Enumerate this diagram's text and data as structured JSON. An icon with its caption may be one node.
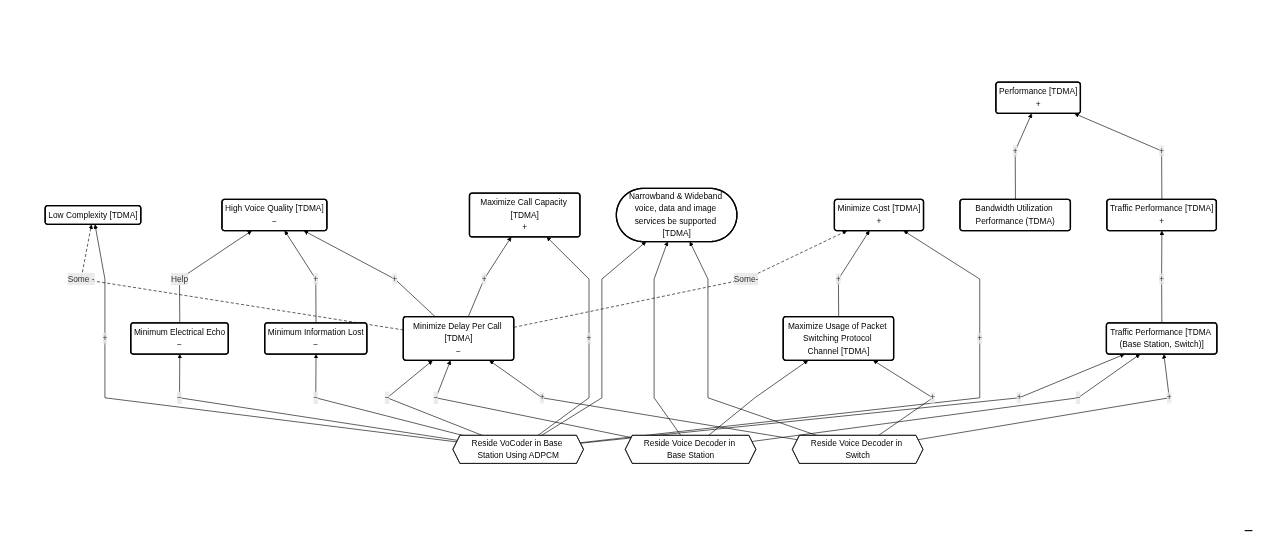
{
  "diagram": {
    "nodes": [
      {
        "text": [
          "Low Complexity [TDMA]"
        ]
      },
      {
        "text": [
          "High Voice Quality [TDMA]",
          "−"
        ]
      },
      {
        "text": [
          "Maximize Call Capacity [TDMA]",
          "+"
        ]
      },
      {
        "text": [
          "Narrowband & Wideband voice, data and image services be supported [TDMA]"
        ]
      },
      {
        "text": [
          "Minimize Cost [TDMA]",
          "+"
        ]
      },
      {
        "text": [
          "Performance [TDMA]",
          "+"
        ]
      },
      {
        "text": [
          "Minimum Electrical Echo",
          "−"
        ]
      },
      {
        "text": [
          "Minimum Information Lost",
          "−"
        ]
      },
      {
        "text": [
          "Minimize Delay Per Call [TDMA]",
          "−"
        ]
      },
      {
        "text": [
          "Maximize Usage of Packet Switching Protocol Channel [TDMA]"
        ]
      },
      {
        "text": [
          "Bandwidth Utilization Performance (TDMA)"
        ]
      },
      {
        "text": [
          "Traffic Performance [TDMA]",
          "+"
        ]
      },
      {
        "text": [
          "Traffic Performance [TDMA (Base Station, Switch)]"
        ]
      },
      {
        "text": [
          "Reside VoCoder in Base Station Using ADPCM"
        ]
      },
      {
        "text": [
          "Reside Voice Decoder in Base Station"
        ]
      },
      {
        "text": [
          "Reside Voice Decoder in Switch"
        ]
      }
    ],
    "edges": [
      {
        "from": 8,
        "to": 0,
        "arrow": "to",
        "label": "Some -",
        "style": "dashed"
      },
      {
        "from": 6,
        "to": 1,
        "arrow": "to",
        "label": "Help"
      },
      {
        "from": 7,
        "to": 1,
        "arrow": "to",
        "label": "+"
      },
      {
        "from": 8,
        "to": 1,
        "arrow": "to",
        "label": "+"
      },
      {
        "from": 8,
        "to": 2,
        "arrow": "to",
        "label": "+"
      },
      {
        "from": 8,
        "to": 4,
        "arrow": "to",
        "label": "Some-",
        "style": "dashed"
      },
      {
        "from": 9,
        "to": 4,
        "arrow": "to",
        "label": "+"
      },
      {
        "from": 10,
        "to": 5,
        "arrow": "to",
        "label": "+"
      },
      {
        "from": 11,
        "to": 5,
        "arrow": "to",
        "label": "+"
      },
      {
        "from": 12,
        "to": 11,
        "arrow": "to",
        "label": "+"
      },
      {
        "from": 13,
        "to": 0,
        "arrow": "to",
        "label": "+"
      },
      {
        "from": 13,
        "to": 6,
        "arrow": "to",
        "label": "−"
      },
      {
        "from": 13,
        "to": 7,
        "arrow": "to",
        "label": "−"
      },
      {
        "from": 13,
        "to": 2,
        "arrow": "to",
        "label": "+"
      },
      {
        "from": 13,
        "to": 8,
        "arrow": "to",
        "label": "−"
      },
      {
        "from": 13,
        "to": 3,
        "arrow": "to"
      },
      {
        "from": 13,
        "to": 4,
        "arrow": "to",
        "label": "+"
      },
      {
        "from": 13,
        "to": 12,
        "arrow": "to",
        "label": "+"
      },
      {
        "from": 14,
        "to": 8,
        "arrow": "to",
        "label": "−"
      },
      {
        "from": 14,
        "to": 3,
        "arrow": "to"
      },
      {
        "from": 14,
        "to": 9,
        "arrow": "to"
      },
      {
        "from": 14,
        "to": 12,
        "arrow": "to",
        "label": "−"
      },
      {
        "from": 15,
        "to": 8,
        "arrow": "to",
        "label": "+"
      },
      {
        "from": 15,
        "to": 3,
        "arrow": "to"
      },
      {
        "from": 15,
        "to": 9,
        "arrow": "to",
        "label": "+"
      },
      {
        "from": 15,
        "to": 12,
        "arrow": "to",
        "label": "+"
      }
    ],
    "labels": [
      "−"
    ]
  }
}
